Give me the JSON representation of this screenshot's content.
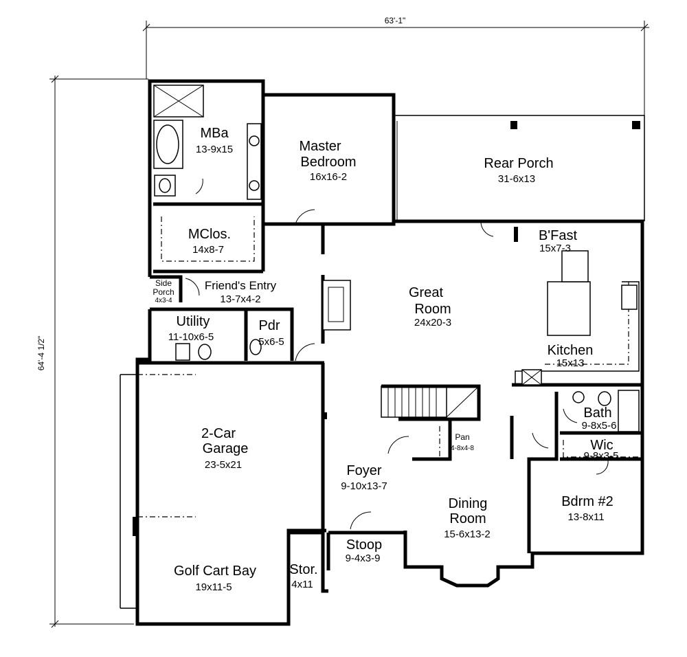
{
  "plan": {
    "overall_width": "63'-1\"",
    "overall_depth": "64'-4 1/2\"",
    "rooms": {
      "mba": {
        "name": "MBa",
        "size": "13-9x15"
      },
      "master": {
        "name1": "Master",
        "name2": "Bedroom",
        "size": "16x16-2"
      },
      "rearporch": {
        "name": "Rear Porch",
        "size": "31-6x13"
      },
      "mclos": {
        "name": "MClos.",
        "size": "14x8-7"
      },
      "bfast": {
        "name": "B'Fast",
        "size": "15x7-3"
      },
      "sideporch": {
        "name1": "Side",
        "name2": "Porch",
        "size": "4x3-4"
      },
      "friends": {
        "name": "Friend's Entry",
        "size": "13-7x4-2"
      },
      "greatroom": {
        "name1": "Great",
        "name2": "Room",
        "size": "24x20-3"
      },
      "utility": {
        "name": "Utility",
        "size": "11-10x6-5"
      },
      "pdr": {
        "name": "Pdr",
        "size": "5x6-5"
      },
      "kitchen": {
        "name": "Kitchen",
        "size": "15x13"
      },
      "garage": {
        "name1": "2-Car",
        "name2": "Garage",
        "size": "23-5x21"
      },
      "bath": {
        "name": "Bath",
        "size": "9-8x5-6"
      },
      "pan": {
        "name": "Pan",
        "size": "4-8x4-8"
      },
      "wic": {
        "name": "Wic",
        "size": "9-8x3-5"
      },
      "foyer": {
        "name": "Foyer",
        "size": "9-10x13-7"
      },
      "dining": {
        "name1": "Dining",
        "name2": "Room",
        "size": "15-6x13-2"
      },
      "bdrm2": {
        "name": "Bdrm #2",
        "size": "13-8x11"
      },
      "stoop": {
        "name": "Stoop",
        "size": "9-4x3-9"
      },
      "golfcart": {
        "name": "Golf Cart Bay",
        "size": "19x11-5"
      },
      "stor": {
        "name": "Stor.",
        "size": "4x11"
      }
    }
  }
}
